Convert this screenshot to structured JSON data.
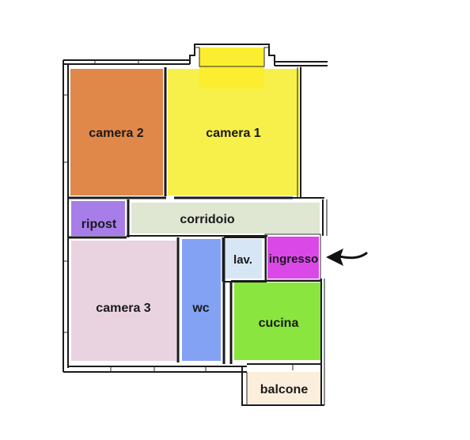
{
  "rooms": {
    "camera_2": {
      "label": "camera 2",
      "color": "#e0884a"
    },
    "camera_1": {
      "label": "camera 1",
      "color": "#f7f04a"
    },
    "bay_window": {
      "label": "",
      "color": "#fbee30"
    },
    "ripost": {
      "label": "ripost",
      "color": "#a77ee8"
    },
    "corridoio": {
      "label": "corridoio",
      "color": "#dfe6d2"
    },
    "lav": {
      "label": "lav.",
      "color": "#d6e6f5"
    },
    "ingresso": {
      "label": "ingresso",
      "color": "#da49e8"
    },
    "camera_3": {
      "label": "camera 3",
      "color": "#ead3e1"
    },
    "wc": {
      "label": "wc",
      "color": "#83a2f4"
    },
    "cucina": {
      "label": "cucina",
      "color": "#8ae53e"
    },
    "balcone": {
      "label": "balcone",
      "color": "#fbeedb"
    }
  },
  "entrance_arrow": {
    "icon": "entrance-arrow-icon",
    "color": "#111111"
  }
}
